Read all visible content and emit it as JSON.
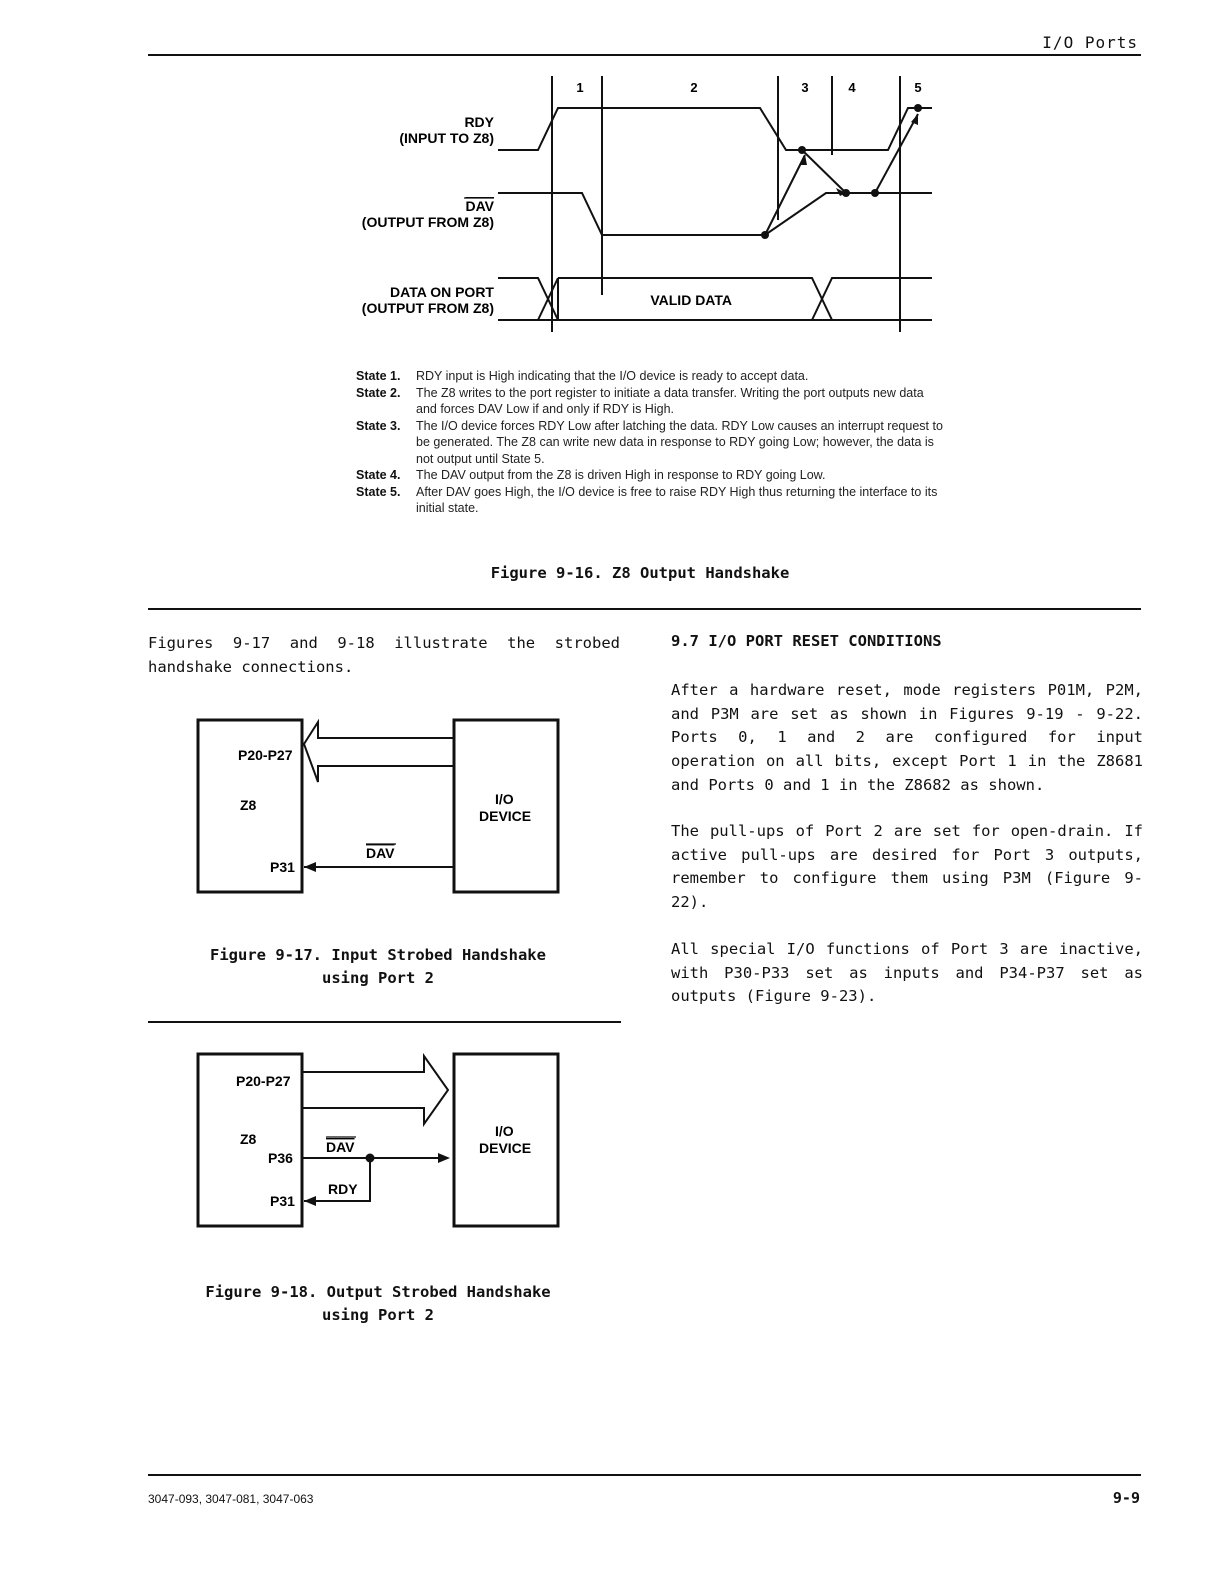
{
  "header": {
    "title": "I/O Ports"
  },
  "figure_16": {
    "state_numbers": [
      "1",
      "2",
      "3",
      "4",
      "5"
    ],
    "signals": {
      "rdy_name": "RDY",
      "rdy_sub": "(INPUT TO Z8)",
      "dav_name": "DAV",
      "dav_sub": "(OUTPUT FROM Z8)",
      "data_name": "DATA ON PORT",
      "data_sub": "(OUTPUT FROM Z8)",
      "valid_data": "VALID DATA"
    },
    "states": [
      {
        "label": "State 1.",
        "text": "RDY input is High indicating that the I/O device is ready to accept data."
      },
      {
        "label": "State 2.",
        "text": "The Z8 writes to the port register to initiate a data transfer. Writing the port outputs new data and forces DAV Low if and only if RDY is High."
      },
      {
        "label": "State 3.",
        "text": "The I/O device forces RDY Low after latching the data. RDY Low causes an interrupt request to be generated. The Z8 can write new data in response to RDY going Low; however, the data is not output until State 5."
      },
      {
        "label": "State 4.",
        "text": "The DAV output from the Z8 is driven High in response to RDY going Low."
      },
      {
        "label": "State 5.",
        "text": "After DAV goes High, the I/O device is free to raise RDY High thus returning the interface to its initial state."
      }
    ],
    "caption": "Figure 9-16.   Z8 Output Handshake"
  },
  "left_column": {
    "intro": "Figures 9-17 and 9-18 illustrate the strobed handshake connections."
  },
  "figure_17": {
    "port_label": "P20-P27",
    "chip_label": "Z8",
    "pin_label": "P31",
    "signal_label": "DAV",
    "device_line1": "I/O",
    "device_line2": "DEVICE",
    "caption_line1": "Figure 9-17.   Input Strobed Handshake",
    "caption_line2": "using Port 2"
  },
  "figure_18": {
    "port_label": "P20-P27",
    "chip_label": "Z8",
    "pin36_label": "P36",
    "pin31_label": "P31",
    "dav_label": "DAV",
    "rdy_label": "RDY",
    "device_line1": "I/O",
    "device_line2": "DEVICE",
    "caption_line1": "Figure 9-18.   Output Strobed Handshake",
    "caption_line2": "using Port 2"
  },
  "right_column": {
    "heading": "9.7  I/O PORT RESET CONDITIONS",
    "para1": "After a hardware reset, mode registers P01M, P2M, and P3M are set as shown in Figures 9-19 - 9-22. Ports 0, 1 and 2 are configured for input operation on all bits, except Port 1 in the Z8681 and Ports 0 and 1 in the Z8682 as shown.",
    "para2": "The pull-ups of Port 2 are set for open-drain.  If active pull-ups are desired for Port 3 outputs, remember to configure them using P3M (Figure 9-22).",
    "para3": "All special I/O functions of Port 3 are inactive, with P30-P33 set as inputs and P34-P37 set as outputs (Figure 9-23)."
  },
  "footer": {
    "doc_numbers": "3047-093, 3047-081, 3047-063",
    "page": "9-9"
  }
}
